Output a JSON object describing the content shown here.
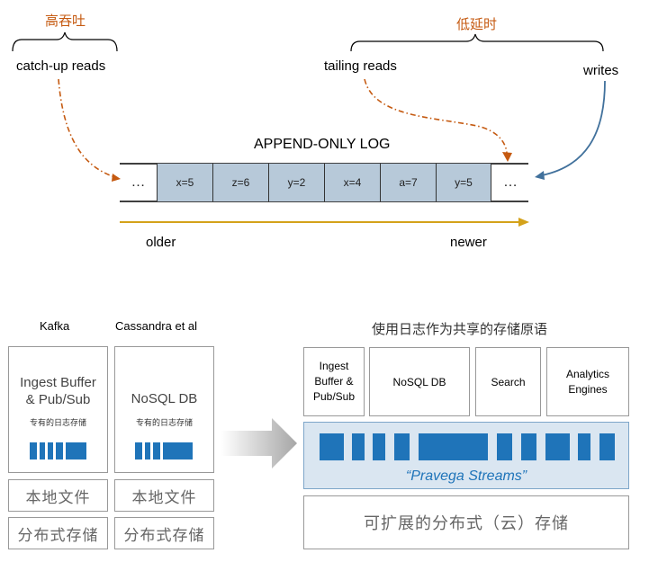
{
  "top": {
    "high_throughput": "高吞吐",
    "low_latency": "低延时",
    "catchup_reads": "catch-up reads",
    "tailing_reads": "tailing reads",
    "writes": "writes",
    "log_title": "APPEND-ONLY LOG",
    "ellipsis_left": "…",
    "ellipsis_right": "…",
    "cells": [
      "x=5",
      "z=6",
      "y=2",
      "x=4",
      "a=7",
      "y=5"
    ],
    "older": "older",
    "newer": "newer"
  },
  "bottom": {
    "kafka_title": "Kafka",
    "cassandra_title": "Cassandra et al",
    "kafka_box_title": "Ingest Buffer\n& Pub/Sub",
    "kafka_box_sub": "专有的日志存储",
    "cassandra_box_title": "NoSQL DB",
    "cassandra_box_sub": "专有的日志存储",
    "local_file": "本地文件",
    "distributed_storage": "分布式存储",
    "right_title": "使用日志作为共享的存储原语",
    "apps": [
      "Ingest\nBuffer &\nPub/Sub",
      "NoSQL DB",
      "Search",
      "Analytics\nEngines"
    ],
    "streams_label": "“Pravega Streams”",
    "scalable_storage": "可扩展的分布式（云）存储"
  },
  "colors": {
    "orange": "#c55a11",
    "blue_arrow": "#41719c",
    "gold": "#d4a21a",
    "cell_fill": "#b7c9d9",
    "segment_blue": "#1f74b9",
    "streams_bg": "#dae6f1"
  }
}
